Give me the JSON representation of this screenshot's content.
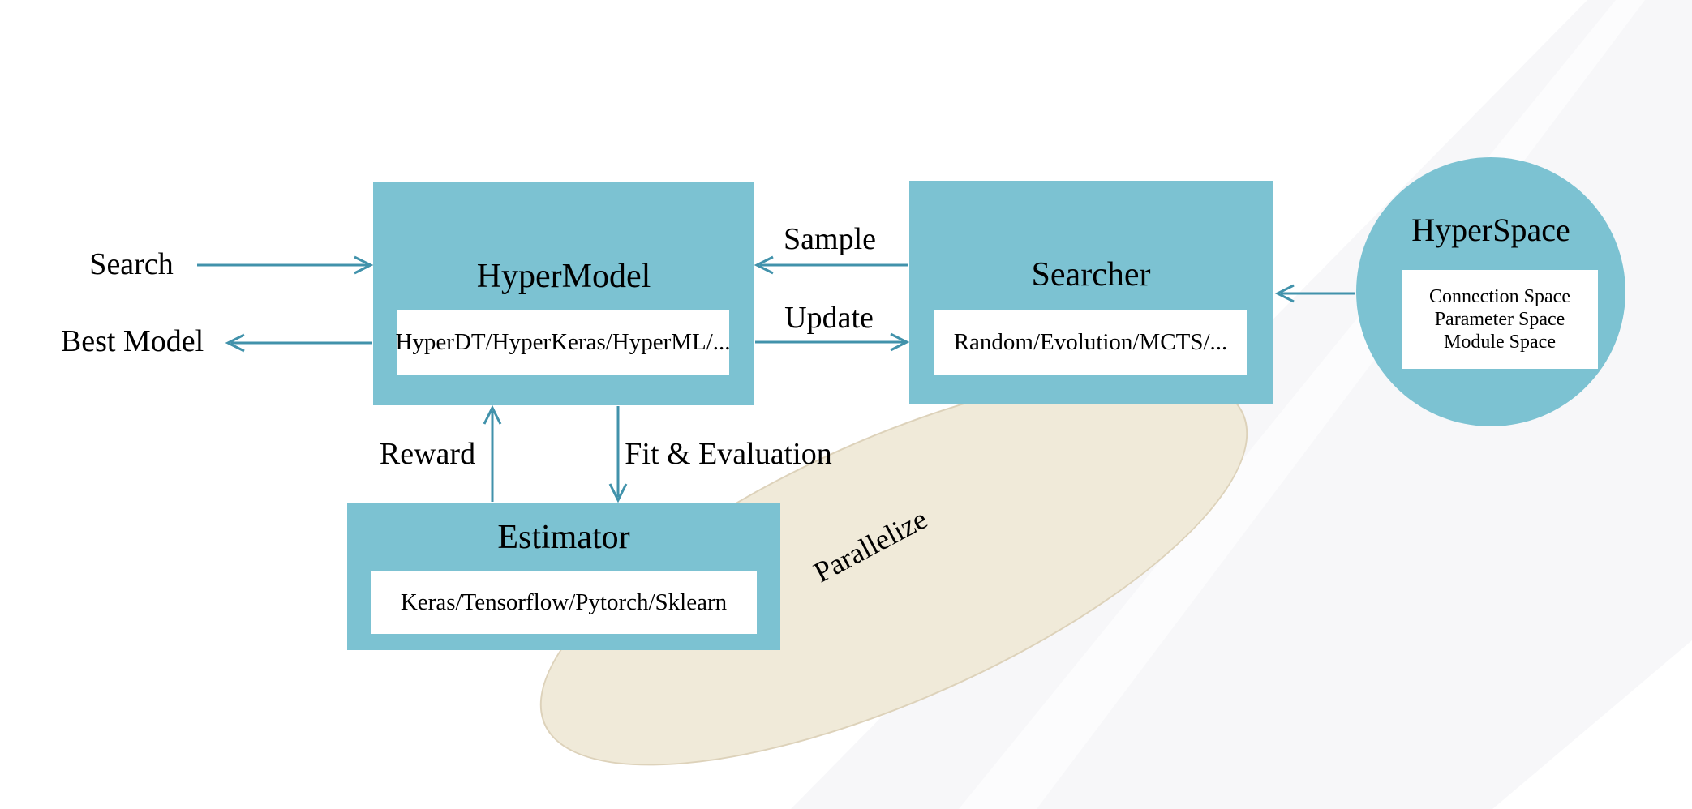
{
  "colors": {
    "node_fill": "#7cc2d2",
    "arrow": "#4192ab",
    "text": "#000000",
    "ellipse_fill": "#f0ead9",
    "ellipse_border": "#ddd2ba",
    "band": "#f7f7f9"
  },
  "nodes": {
    "hypermodel": {
      "title": "HyperModel",
      "detail": "HyperDT/HyperKeras/HyperML/..."
    },
    "searcher": {
      "title": "Searcher",
      "detail": "Random/Evolution/MCTS/..."
    },
    "estimator": {
      "title": "Estimator",
      "detail": "Keras/Tensorflow/Pytorch/Sklearn"
    },
    "hyperspace": {
      "title": "HyperSpace",
      "lines": [
        "Connection Space",
        "Parameter Space",
        "Module Space"
      ]
    }
  },
  "edges": {
    "search": "Search",
    "best_model": "Best Model",
    "sample": "Sample",
    "update": "Update",
    "reward": "Reward",
    "fit_evaluation": "Fit & Evaluation"
  },
  "annotations": {
    "parallelize": "Parallelize"
  }
}
